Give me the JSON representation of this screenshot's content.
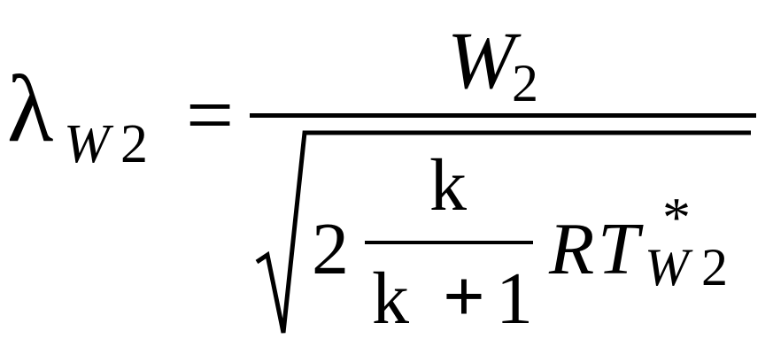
{
  "formula": {
    "lhs": {
      "symbol": "λ",
      "subscript_var": "W",
      "subscript_num": "2"
    },
    "equals": "=",
    "numerator": {
      "var": "W",
      "subscript": "2"
    },
    "denominator": {
      "coefficient": "2",
      "inner_fraction": {
        "numerator": "k",
        "denominator_var": "k",
        "denominator_op": "+",
        "denominator_num": "1"
      },
      "var_r": "R",
      "var_t": "T",
      "superscript": "*",
      "subscript_var": "W",
      "subscript_num": "2"
    }
  }
}
